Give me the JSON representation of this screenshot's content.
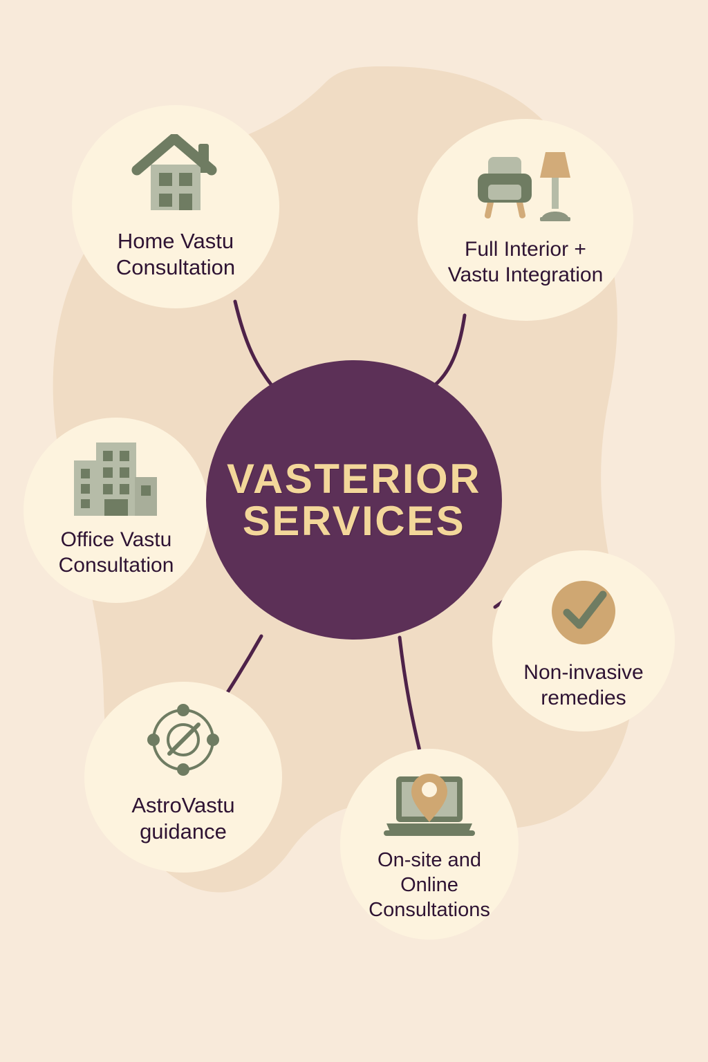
{
  "poster": {
    "center": {
      "line1": "VASTERIOR",
      "line2": "SERVICES"
    },
    "nodes": [
      {
        "id": "home",
        "label": "Home Vastu\nConsultation",
        "icon": "house-icon"
      },
      {
        "id": "interior",
        "label": "Full Interior +\nVastu Integration",
        "icon": "armchair-lamp-icon"
      },
      {
        "id": "office",
        "label": "Office Vastu\nConsultation",
        "icon": "office-buildings-icon"
      },
      {
        "id": "remedies",
        "label": "Non-invasive\nremedies",
        "icon": "checkmark-shield-icon"
      },
      {
        "id": "astro",
        "label": "AstroVastu\nguidance",
        "icon": "astrolabe-orbit-icon"
      },
      {
        "id": "consult",
        "label": "On-site and\nOnline\nConsultations",
        "icon": "laptop-location-pin-icon"
      }
    ],
    "colors": {
      "background": "#F8EADA",
      "blob": "#F0DCC4",
      "bubble": "#FDF3DE",
      "center_circle": "#5C3057",
      "center_text": "#F3D79A",
      "node_text": "#2E1333",
      "icon_sage": "#B6BCA8",
      "icon_sage_dark": "#6F7C62",
      "icon_tan": "#CFA772",
      "connector": "#4E2249"
    }
  }
}
